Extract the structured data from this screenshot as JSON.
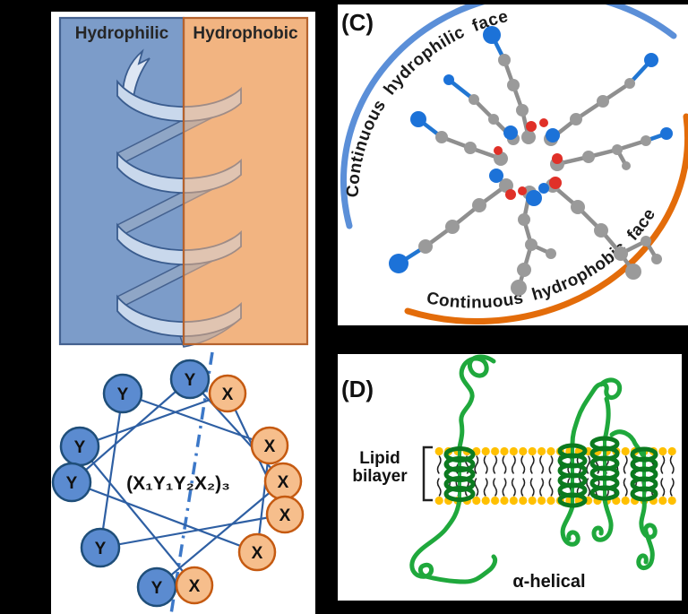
{
  "background_color": "#000000",
  "helix_panel": {
    "left_label": "Hydrophilic",
    "right_label": "Hydrophobic",
    "left_color": "#7C9CC9",
    "right_color": "#F2B482",
    "left_border_color": "#44618F",
    "right_border_color": "#B5622D",
    "ribbon_color": "#C9D8EC"
  },
  "wheel_panel": {
    "formula": "(X₁Y₁Y₂X₂)₃",
    "residue_colors": {
      "hydrophilic_fill": "#5B8BD0",
      "hydrophilic_stroke": "#1F4E79",
      "hydrophobic_fill": "#F6BE8C",
      "hydrophobic_stroke": "#C55A11"
    },
    "residues": [
      {
        "label": "Y",
        "type": "hydrophilic"
      },
      {
        "label": "X",
        "type": "hydrophobic"
      },
      {
        "label": "Y",
        "type": "hydrophilic"
      },
      {
        "label": "X",
        "type": "hydrophobic"
      },
      {
        "label": "Y",
        "type": "hydrophilic"
      },
      {
        "label": "Y",
        "type": "hydrophilic"
      },
      {
        "label": "X",
        "type": "hydrophobic"
      },
      {
        "label": "X",
        "type": "hydrophobic"
      },
      {
        "label": "X",
        "type": "hydrophobic"
      },
      {
        "label": "Y",
        "type": "hydrophilic"
      },
      {
        "label": "Y",
        "type": "hydrophilic"
      },
      {
        "label": "X",
        "type": "hydrophobic"
      }
    ]
  },
  "panel_c": {
    "tag": "(C)",
    "top_face_label": "Continuous  hydrophilic face",
    "bottom_face_label": "Continuous  hydrophobic face",
    "top_arc_color": "#5B8FD8",
    "bottom_arc_color": "#E36C0A",
    "atom_colors": {
      "carbon": "#9A9A9A",
      "polar_nitrogen": "#1C72D8",
      "oxygen": "#E03028"
    }
  },
  "panel_d": {
    "tag": "(D)",
    "membrane_label_line1": "Lipid",
    "membrane_label_line2": "bilayer",
    "caption": "α-helical",
    "lipid_head_color": "#FFC000",
    "peptide_color": "#1FA83C",
    "helix_color": "#0B7A1F"
  }
}
